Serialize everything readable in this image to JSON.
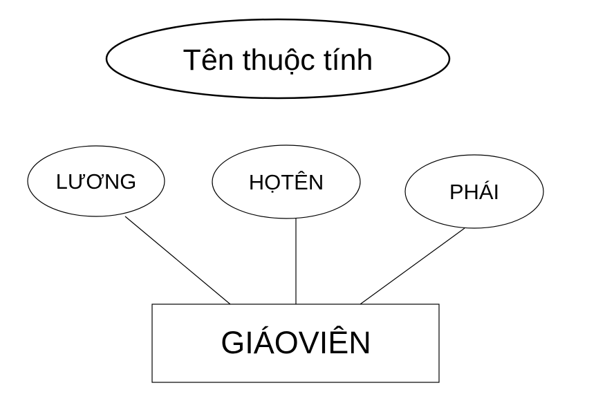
{
  "legend": {
    "label": "Tên thuộc tính"
  },
  "attributes": [
    {
      "label": "LƯƠNG"
    },
    {
      "label": "HỌTÊN"
    },
    {
      "label": "PHÁI"
    }
  ],
  "entity": {
    "label": "GIÁOVIÊN"
  },
  "colors": {
    "stroke": "#000000",
    "fill": "#ffffff",
    "text": "#000000"
  }
}
